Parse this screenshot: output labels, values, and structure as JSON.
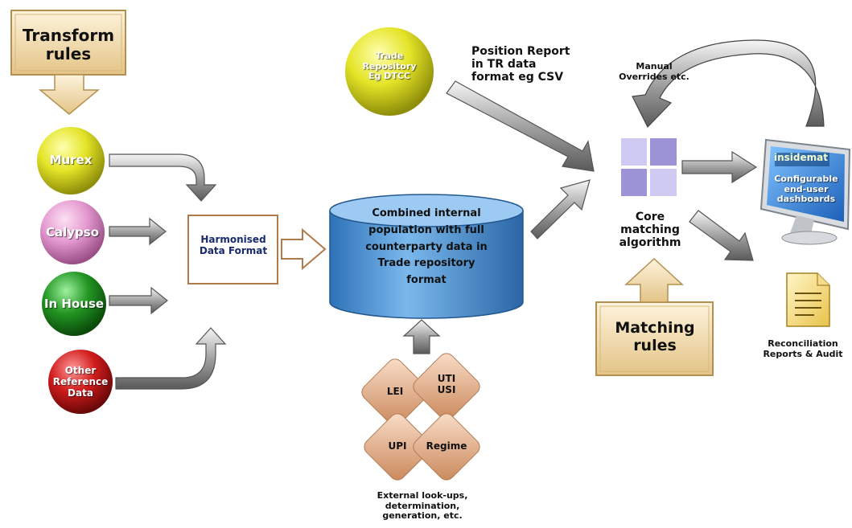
{
  "transform_rules": "Transform rules",
  "sources": {
    "murex": "Murex",
    "calypso": "Calypso",
    "in_house": "In House",
    "other_reference": "Other Reference Data"
  },
  "harmonised": "Harmonised Data Format",
  "combined": "Combined internal population with full counterparty data in Trade repository format",
  "trade_repository": "Trade Repository Eg DTCC",
  "position_report": "Position Report in TR data format eg CSV",
  "lookups": {
    "lei": "LEI",
    "uti_usi": "UTI USI",
    "upi": "UPI",
    "regime": "Regime",
    "caption": "External look-ups, determination, generation, etc."
  },
  "core": "Core matching algorithm",
  "matching_rules": "Matching rules",
  "manual_overrides": "Manual Overrides etc.",
  "dashboard": {
    "brand": "insidemat",
    "label": "Configurable end-user dashboards"
  },
  "reconciliation": "Reconciliation Reports & Audit",
  "colors": {
    "murex": "#d8d820",
    "calypso": "#e29ad0",
    "in_house": "#1e8a1e",
    "other": "#cc1a1a",
    "cylinder": "#5b9fd8",
    "tan_box": "#f1d9a8",
    "diamond": "#e8ae88",
    "grid": "#9b93d6"
  }
}
